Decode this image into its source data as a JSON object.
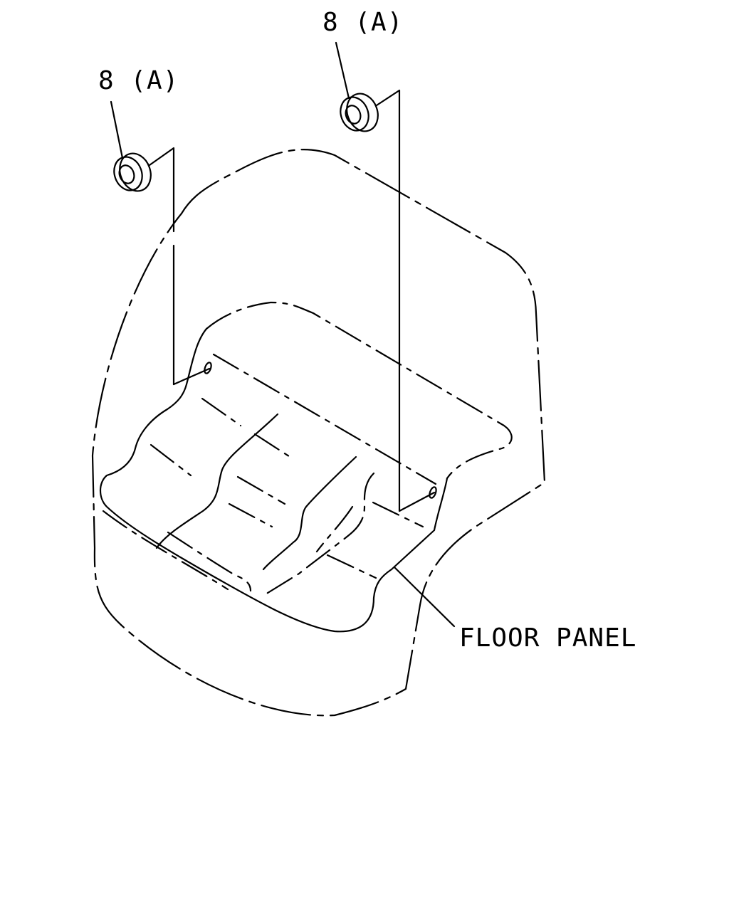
{
  "labels": {
    "part_left": "8 (A)",
    "part_right": "8 (A)",
    "floor_panel": "FLOOR PANEL"
  },
  "icons": {
    "grommet_left": "grommet-icon",
    "grommet_right": "grommet-icon"
  },
  "colors": {
    "line": "#000000",
    "background": "#ffffff"
  }
}
